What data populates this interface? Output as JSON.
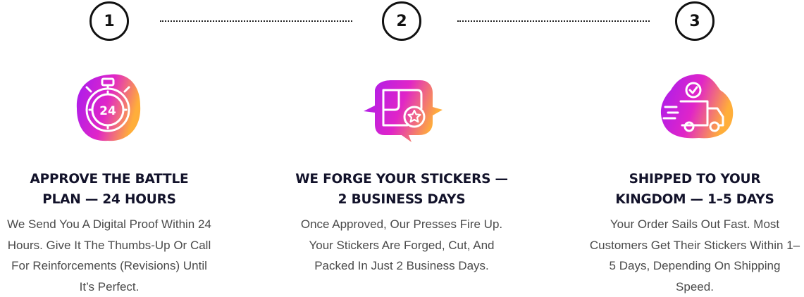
{
  "steps": [
    {
      "number": "1",
      "icon": "stopwatch-24-icon",
      "title": "APPROVE THE BATTLE PLAN — 24 HOURS",
      "description": "We Send You A Digital Proof Within 24 Hours. Give It The Thumbs-Up Or Call For Reinforcements (Revisions) Until It’s Perfect."
    },
    {
      "number": "2",
      "icon": "sticker-star-icon",
      "title": "WE FORGE YOUR STICKERS — 2 BUSINESS DAYS",
      "description": "Once Approved, Our Presses Fire Up. Your Stickers Are Forged, Cut, And Packed In Just 2 Business Days."
    },
    {
      "number": "3",
      "icon": "delivery-truck-icon",
      "title": "SHIPPED TO YOUR KINGDOM — 1–5 DAYS",
      "description": "Your Order Sails Out Fast. Most Customers Get Their Stickers Within 1–5 Days, Depending On Shipping Speed."
    }
  ],
  "colors": {
    "gradient_start": "#a51cf0",
    "gradient_mid": "#e025c8",
    "gradient_end": "#ffae3a",
    "circle_border": "#111111",
    "title_color": "#12122a"
  }
}
